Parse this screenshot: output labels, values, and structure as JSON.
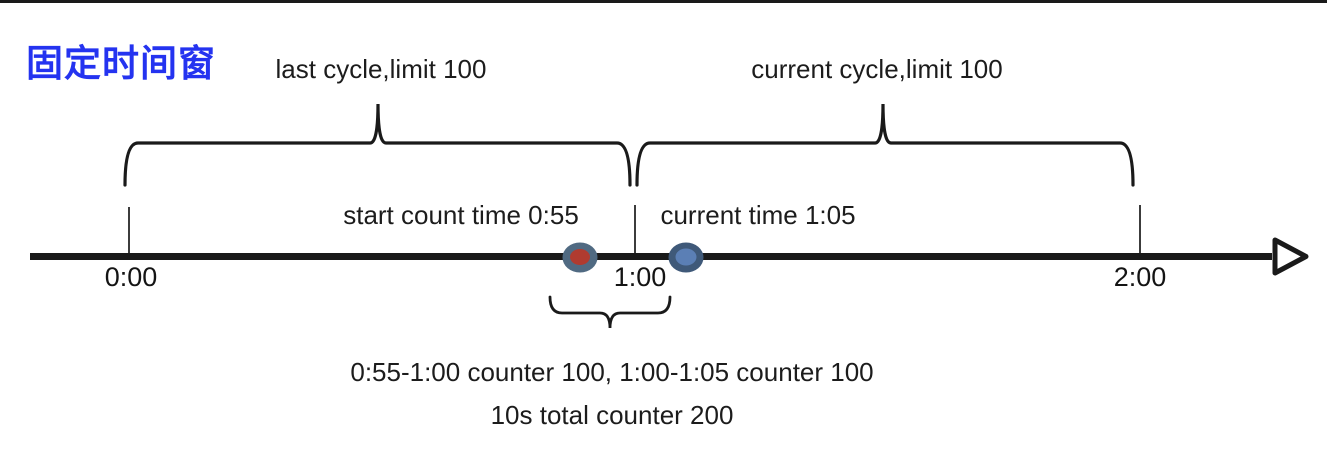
{
  "title": "固定时间窗",
  "colors": {
    "title_blue": "#2433f0",
    "stroke_black": "#1a1a1a",
    "red_dot_fill": "#b03b30",
    "red_dot_ring": "#506a82",
    "blue_dot_fill": "#5b7fb5",
    "blue_dot_ring": "#3f5979"
  },
  "braces": {
    "last_cycle_label": "last cycle,limit 100",
    "current_cycle_label": "current cycle,limit 100"
  },
  "timeline": {
    "ticks": [
      "0:00",
      "1:00",
      "2:00"
    ],
    "start_count_label": "start count time 0:55",
    "current_time_label": "current time 1:05"
  },
  "annotations": {
    "counter_line": "0:55-1:00 counter 100, 1:00-1:05 counter 100",
    "total_line": "10s total counter 200"
  }
}
